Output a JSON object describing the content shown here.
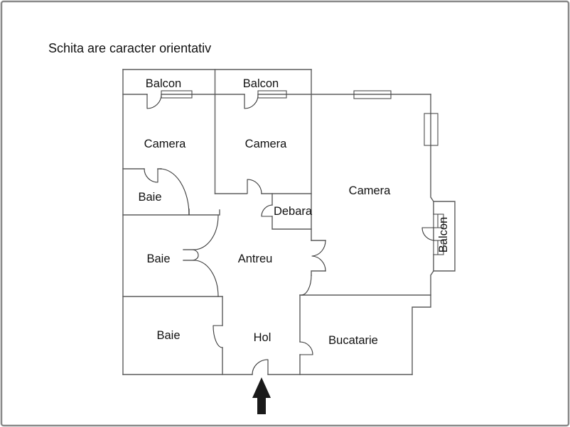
{
  "title": "Schita are caracter orientativ",
  "colors": {
    "frame": "#8a8a8a",
    "wall": "#5b5b5b",
    "door": "#3a3a3a",
    "window_stroke": "#4a4a4a",
    "text": "#111111",
    "arrow": "#1a1a1a",
    "background": "#ffffff"
  },
  "entrance": {
    "symbol": "up-arrow",
    "meaning_position": "bottom-center"
  },
  "rooms": [
    {
      "name": "balcon-top-left",
      "label": "Balcon"
    },
    {
      "name": "balcon-top-mid",
      "label": "Balcon"
    },
    {
      "name": "camera-top-left",
      "label": "Camera"
    },
    {
      "name": "camera-top-mid",
      "label": "Camera"
    },
    {
      "name": "camera-right",
      "label": "Camera"
    },
    {
      "name": "baie-upper",
      "label": "Baie"
    },
    {
      "name": "baie-middle",
      "label": "Baie"
    },
    {
      "name": "baie-lower",
      "label": "Baie"
    },
    {
      "name": "debara",
      "label": "Debara"
    },
    {
      "name": "antreu",
      "label": "Antreu"
    },
    {
      "name": "hol",
      "label": "Hol"
    },
    {
      "name": "bucatarie",
      "label": "Bucatarie"
    },
    {
      "name": "balcon-right",
      "label": "Balcon"
    }
  ]
}
